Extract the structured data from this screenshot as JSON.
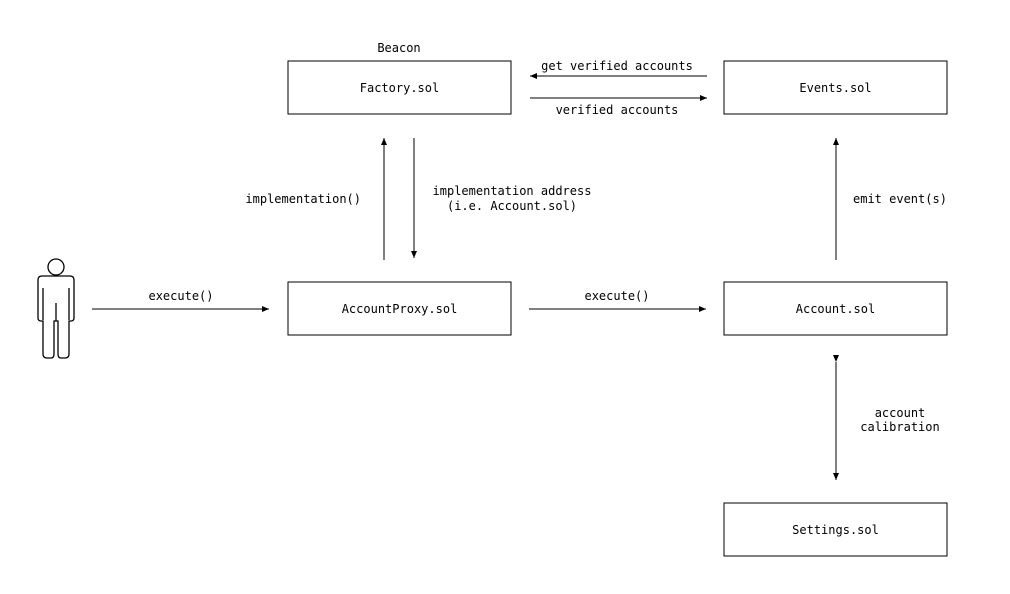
{
  "diagram": {
    "nodes": {
      "factory": "Factory.sol",
      "events": "Events.sol",
      "account_proxy": "AccountProxy.sol",
      "account": "Account.sol",
      "settings": "Settings.sol"
    },
    "annotations": {
      "beacon": "Beacon"
    },
    "edges": {
      "get_verified_accounts": "get verified accounts",
      "verified_accounts": "verified accounts",
      "implementation_call": "implementation()",
      "implementation_address_line1": "implementation address",
      "implementation_address_line2": "(i.e. Account.sol)",
      "emit_events": "emit event(s)",
      "user_execute": "execute()",
      "proxy_execute": "execute()",
      "account_calibration_line1": "account",
      "account_calibration_line2": "calibration"
    },
    "actor": {
      "icon": "user-icon"
    }
  }
}
